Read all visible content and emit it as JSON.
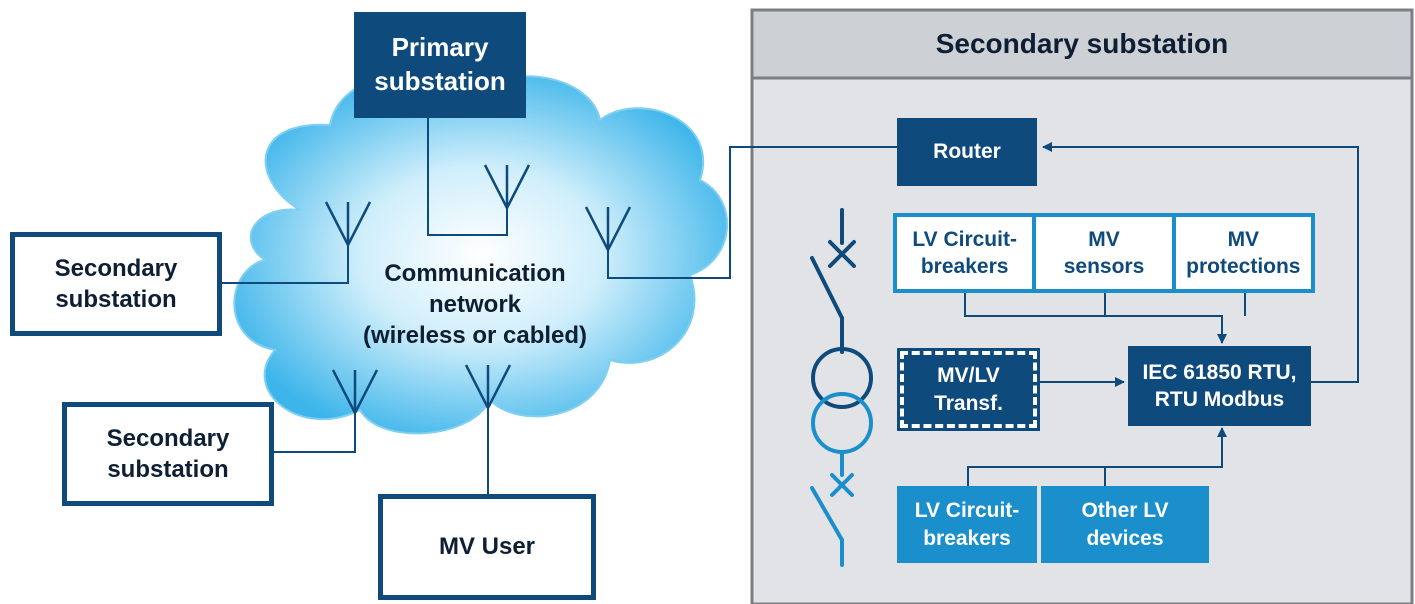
{
  "colors": {
    "dark_blue": "#0f4a7c",
    "light_blue": "#1a8fcc",
    "panel_grey": "#e1e3e6",
    "cloud_cyan": "#5bc4ee"
  },
  "primary_substation": "Primary\nsubstation",
  "cloud_label": "Communication\nnetwork\n(wireless or cabled)",
  "left_secondary_1": "Secondary\nsubstation",
  "left_secondary_2": "Secondary\nsubstation",
  "mv_user": "MV User",
  "panel": {
    "title": "Secondary substation",
    "router": "Router",
    "lv_circuit_breakers_top": "LV Circuit-\nbreakers",
    "mv_sensors": "MV\nsensors",
    "mv_protections": "MV\nprotections",
    "mv_lv_transf": "MV/LV\nTransf.",
    "rtu": "IEC 61850 RTU,\nRTU Modbus",
    "lv_circuit_breakers_bottom": "LV Circuit-\nbreakers",
    "other_lv_devices": "Other LV\ndevices"
  }
}
